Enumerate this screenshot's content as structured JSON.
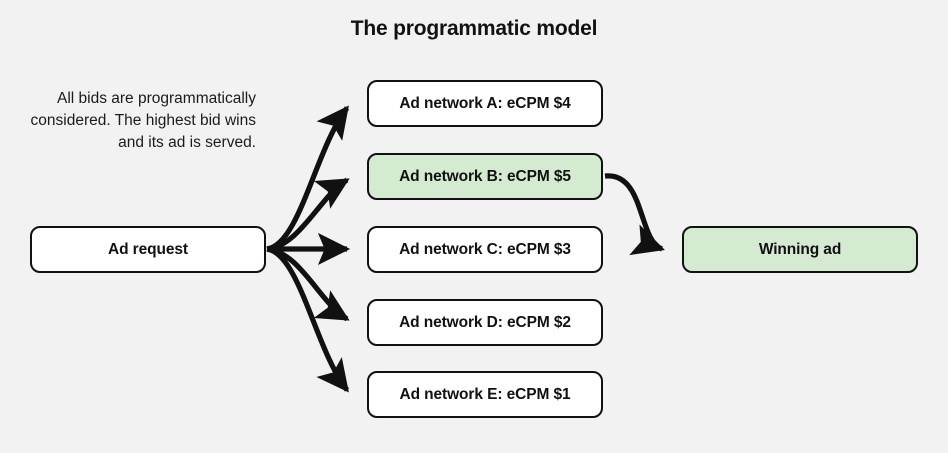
{
  "page": {
    "title": "The programmatic model",
    "background_color": "#f2f2f2",
    "text_color": "#111111"
  },
  "description": {
    "text": "All bids are programmatically considered. The highest bid wins and its ad is served."
  },
  "colors": {
    "node_fill": "#ffffff",
    "highlight_fill": "#d4ebd2",
    "border": "#111111",
    "arrow": "#111111"
  },
  "diagram": {
    "type": "flow-diagram",
    "source_node": {
      "id": "ad-request",
      "label": "Ad request",
      "highlighted": false
    },
    "ad_networks": [
      {
        "id": "net-a",
        "label": "Ad network A: eCPM $4",
        "network": "A",
        "ecpm": 4,
        "highlighted": false
      },
      {
        "id": "net-b",
        "label": "Ad network B: eCPM $5",
        "network": "B",
        "ecpm": 5,
        "highlighted": true
      },
      {
        "id": "net-c",
        "label": "Ad network C: eCPM $3",
        "network": "C",
        "ecpm": 3,
        "highlighted": false
      },
      {
        "id": "net-d",
        "label": "Ad network D: eCPM $2",
        "network": "D",
        "ecpm": 2,
        "highlighted": false
      },
      {
        "id": "net-e",
        "label": "Ad network E: eCPM $1",
        "network": "E",
        "ecpm": 1,
        "highlighted": false
      }
    ],
    "result_node": {
      "id": "winning-ad",
      "label": "Winning ad",
      "highlighted": true
    },
    "edges": [
      {
        "from": "ad-request",
        "to": "net-a"
      },
      {
        "from": "ad-request",
        "to": "net-b"
      },
      {
        "from": "ad-request",
        "to": "net-c"
      },
      {
        "from": "ad-request",
        "to": "net-d"
      },
      {
        "from": "ad-request",
        "to": "net-e"
      },
      {
        "from": "net-b",
        "to": "winning-ad"
      }
    ]
  }
}
